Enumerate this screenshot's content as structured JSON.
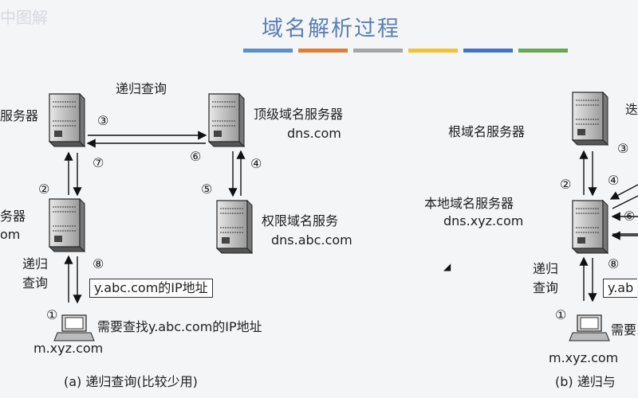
{
  "slide": {
    "watermark": "中图解",
    "title": "域名解析过程",
    "title_bar_colors": [
      "#5b8fc9",
      "#e07b39",
      "#a5a5a5",
      "#f1c232",
      "#4472c4",
      "#6aa84f"
    ]
  },
  "left_diagram": {
    "recursive_query_top": "递归查询",
    "root_server_label": "服务器",
    "top_level_server_label": "顶级域名服务器",
    "top_level_server_host": "dns.com",
    "local_server_label": "务器",
    "local_server_host": "om",
    "authoritative_server_label": "权限域名服务",
    "authoritative_server_host": "dns.abc.com",
    "recursive_query_left_1": "递归",
    "recursive_query_left_2": "查询",
    "answer_box": "y.abc.com的IP地址",
    "host_request": "需要查找y.abc.com的IP地址",
    "host_name": "m.xyz.com",
    "step_labels": [
      "①",
      "②",
      "③",
      "④",
      "⑤",
      "⑥",
      "⑦",
      "⑧"
    ],
    "caption": "(a) 递归查询(比较少用)"
  },
  "right_diagram": {
    "top_cut_text": "迭",
    "root_server_label": "根域名服务器",
    "local_server_label": "本地域名服务器",
    "local_server_host": "dns.xyz.com",
    "recursive_query_left_1": "递归",
    "recursive_query_left_2": "查询",
    "answer_box_cut": "y.ab",
    "host_request_cut": "需要",
    "host_name": "m.xyz.com",
    "step_labels": [
      "①",
      "②",
      "③",
      "④",
      "⑥",
      "⑧"
    ],
    "caption_cut": "(b) 递归与"
  }
}
